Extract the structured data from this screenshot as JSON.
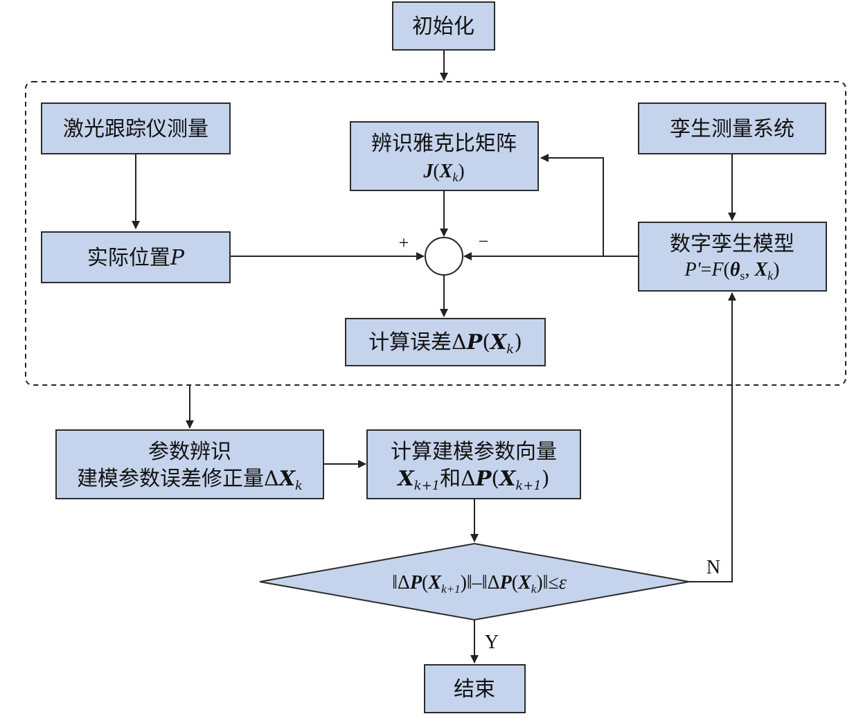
{
  "boxes": {
    "init": "初始化",
    "laser": "激光跟踪仪测量",
    "twin_system": "孪生测量系统",
    "jacobian_line1": "辨识雅克比矩阵",
    "jacobian_J": "J",
    "jacobian_X": "X",
    "jacobian_k": "k",
    "actual_label": "实际位置",
    "actual_P": "P",
    "twin_model_line1": "数字孪生模型",
    "twin_model_P": "P'",
    "twin_model_eq": "=",
    "twin_model_F": "F",
    "twin_model_theta": "θ",
    "twin_model_s": "s",
    "twin_model_X": "X",
    "twin_model_k": "k",
    "error_label": "计算误差Δ",
    "error_P": "P",
    "error_X": "X",
    "error_k": "k",
    "param_id_line1": "参数辨识",
    "param_id_line2": "建模参数误差修正量Δ",
    "param_id_X": "X",
    "param_id_k": "k",
    "compute_line1": "计算建模参数向量",
    "compute_X": "X",
    "compute_sub1": "k+1",
    "compute_and": "和Δ",
    "compute_P": "P",
    "compute_X2": "X",
    "compute_sub2": "k+1",
    "condition_open": "‖Δ",
    "condition_P": "P",
    "condition_X": "X",
    "condition_sub1": "k+1",
    "condition_mid": "‖–‖Δ",
    "condition_P2": "P",
    "condition_X2": "X",
    "condition_sub2": "k",
    "condition_close": "‖≤",
    "condition_eps": "ε",
    "end": "结束"
  },
  "signs": {
    "plus": "+",
    "minus": "−"
  },
  "branches": {
    "yes": "Y",
    "no": "N"
  },
  "paren": {
    "open": "(",
    "close": ")",
    "comma": ", "
  },
  "colors": {
    "box_fill": "#c5d4ec",
    "stroke": "#2b2b2b"
  }
}
